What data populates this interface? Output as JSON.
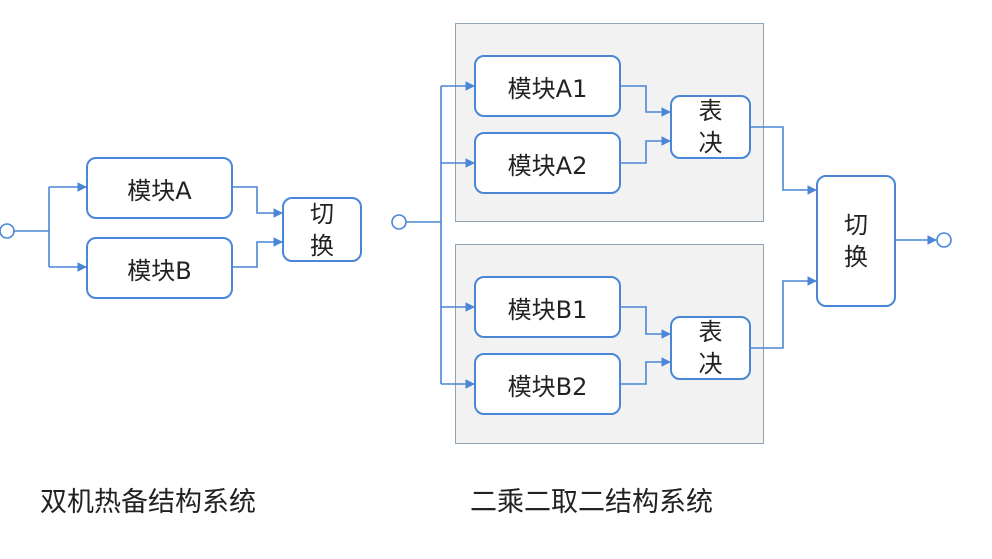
{
  "hot_standby": {
    "caption": "双机热备结构系统",
    "module_a": "模块A",
    "module_b": "模块B",
    "switch": [
      "切",
      "换"
    ]
  },
  "two_of_two": {
    "caption": "二乘二取二结构系统",
    "group_1": {
      "module_1": "模块A1",
      "module_2": "模块A2",
      "voter": [
        "表",
        "决"
      ]
    },
    "group_2": {
      "module_1": "模块B1",
      "module_2": "模块B2",
      "voter": [
        "表",
        "决"
      ]
    },
    "switch": [
      "切",
      "换"
    ]
  },
  "colors": {
    "line": "#4a86d6",
    "panel_fill": "#f2f2f2",
    "panel_border": "#8fa2b7"
  }
}
